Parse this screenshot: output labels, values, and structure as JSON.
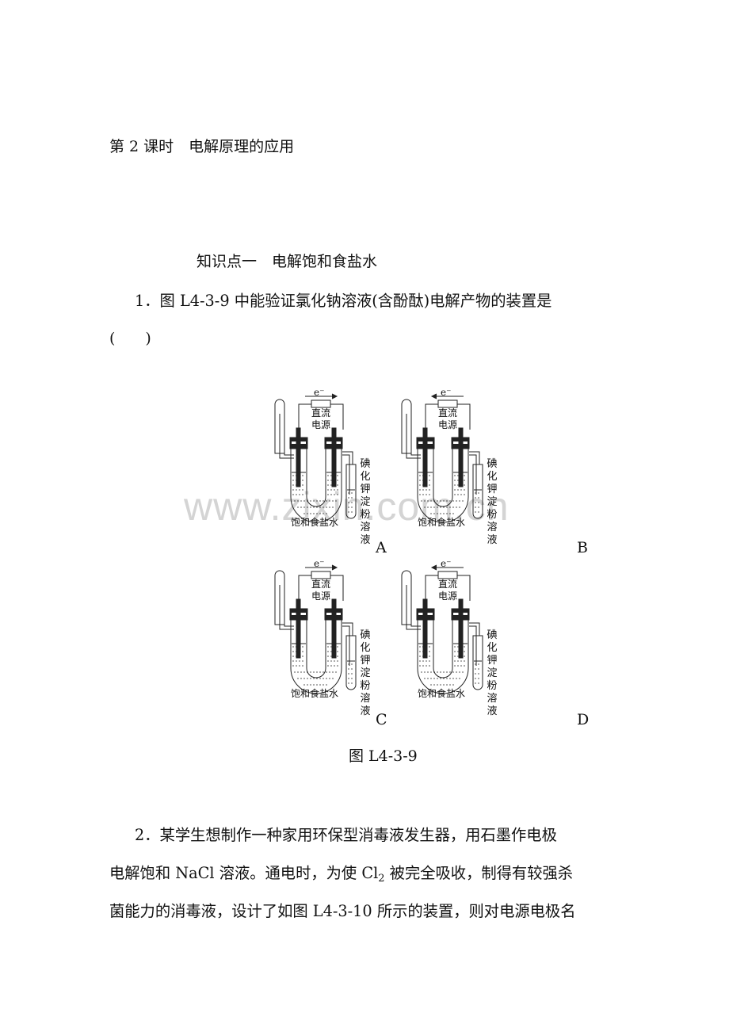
{
  "lesson": {
    "title": "第 2 课时　电解原理的应用",
    "section": "知识点一　电解饱和食盐水"
  },
  "question1": {
    "line1": "1．图 L4-3-9 中能验证氯化钠溶液(含酚酞)电解产物的装置是",
    "line2": "(　　)"
  },
  "figure": {
    "caption": "图 L4-3-9",
    "watermark": "www.zixin.com.cn",
    "panels": [
      {
        "label": "A",
        "electron_arrow": "right",
        "electron_label": "e⁻",
        "power_label_1": "直流",
        "power_label_2": "电源",
        "solution_label": "饱和食盐水",
        "tube_label": "碘化钾淀粉溶液",
        "gas_tube_side": "left",
        "ki_tube_side": "right"
      },
      {
        "label": "B",
        "electron_arrow": "left",
        "electron_label": "e⁻",
        "power_label_1": "直流",
        "power_label_2": "电源",
        "solution_label": "饱和食盐水",
        "tube_label": "碘化钾淀粉溶液",
        "gas_tube_side": "left",
        "ki_tube_side": "right"
      },
      {
        "label": "C",
        "electron_arrow": "right",
        "electron_label": "e⁻",
        "power_label_1": "直流",
        "power_label_2": "电源",
        "solution_label": "饱和食盐水",
        "tube_label": "碘化钾淀粉溶液",
        "gas_tube_side": "left",
        "ki_tube_side": "right"
      },
      {
        "label": "D",
        "electron_arrow": "left",
        "electron_label": "e⁻",
        "power_label_1": "直流",
        "power_label_2": "电源",
        "solution_label": "饱和食盐水",
        "tube_label": "碘化钾淀粉溶液",
        "gas_tube_side": "left",
        "ki_tube_side": "right"
      }
    ]
  },
  "question2": {
    "line1": "2．某学生想制作一种家用环保型消毒液发生器，用石墨作电极",
    "line2_a": "电解饱和 NaCl 溶液。通电时，为使 Cl",
    "line2_sub": "2",
    "line2_b": " 被完全吸收，制得有较强杀",
    "line3": "菌能力的消毒液，设计了如图 L4-3-10 所示的装置，则对电源电极名"
  }
}
